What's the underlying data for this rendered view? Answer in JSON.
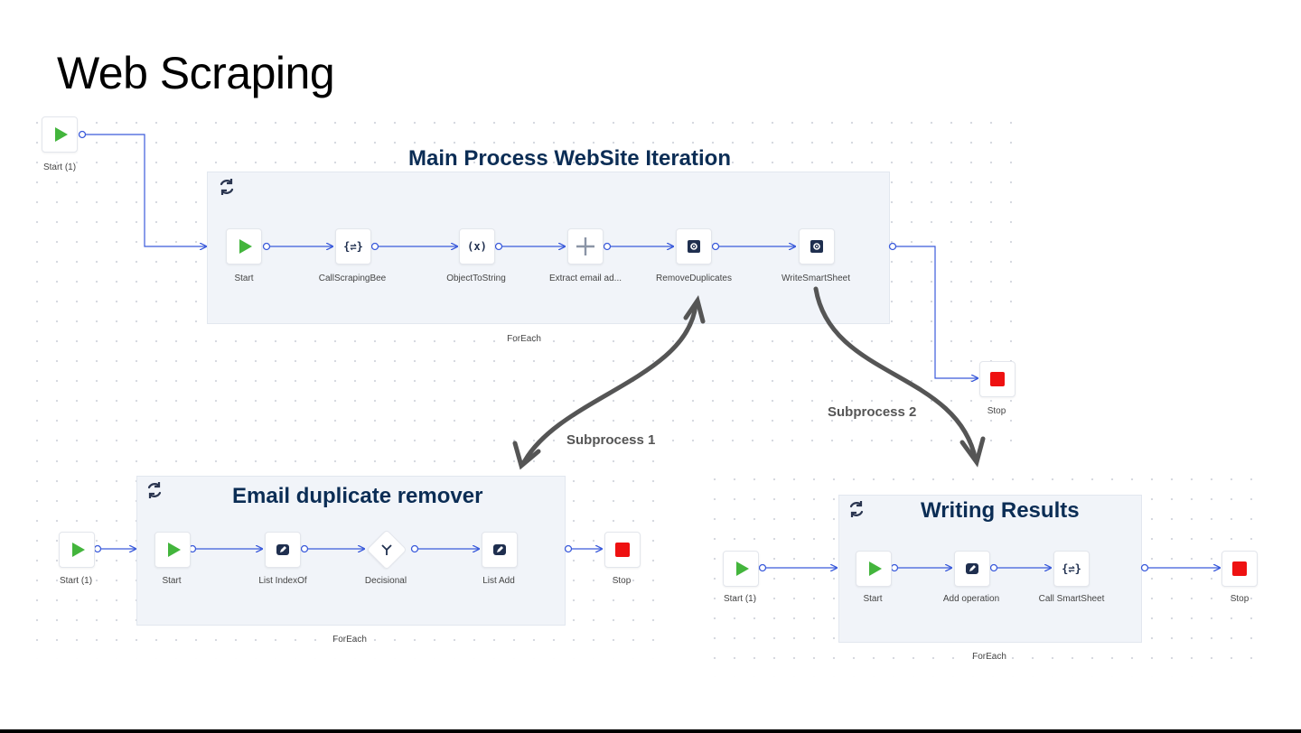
{
  "title": "Web Scraping",
  "colors": {
    "wire": "#3b5bdb",
    "panel_title": "#0b2d55",
    "play": "#43b53c",
    "stop": "#ee1111",
    "arrow": "#555555"
  },
  "main": {
    "title": "Main Process WebSite Iteration",
    "start_outer": "Start (1)",
    "start": "Start",
    "call_scraping": "CallScrapingBee",
    "object_to_string": "ObjectToString",
    "extract_email": "Extract email ad...",
    "remove_duplicates": "RemoveDuplicates",
    "write_smartsheet": "WriteSmartSheet",
    "foreach": "ForEach",
    "stop": "Stop"
  },
  "subprocess1": {
    "label": "Subprocess 1",
    "title": "Email duplicate remover",
    "start_outer": "Start (1)",
    "start": "Start",
    "list_indexof": "List IndexOf",
    "decisional": "Decisional",
    "list_add": "List Add",
    "foreach": "ForEach",
    "stop": "Stop"
  },
  "subprocess2": {
    "label": "Subprocess 2",
    "title": "Writing Results",
    "start_outer": "Start (1)",
    "start": "Start",
    "add_operation": "Add operation",
    "call_smartsheet": "Call SmartSheet",
    "foreach": "ForEach",
    "stop": "Stop"
  },
  "icons": {
    "play": "play-icon",
    "stop": "stop-icon",
    "loop": "loop-icon",
    "api": "api-call-icon",
    "variable": "variable-icon",
    "plus": "plus-icon",
    "gear": "gear-icon",
    "edit": "edit-icon",
    "branch": "branch-icon"
  }
}
